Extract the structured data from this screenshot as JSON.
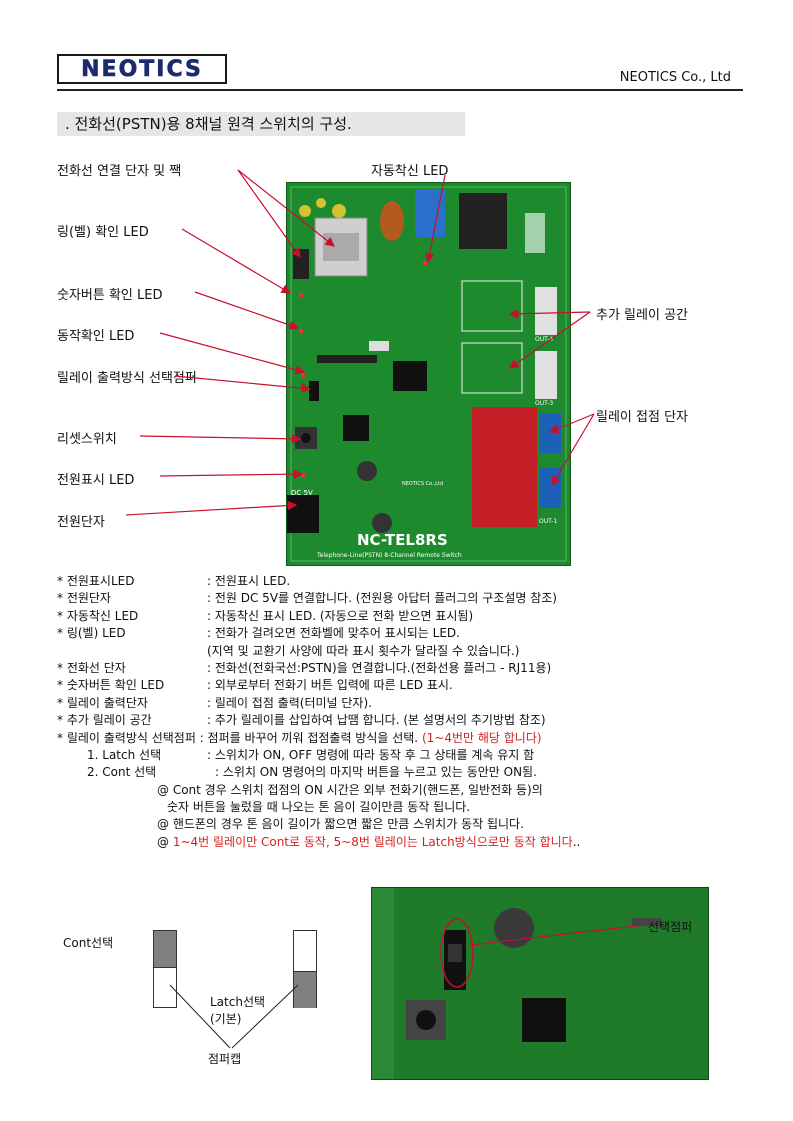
{
  "header": {
    "logo_text": "NEOTICS",
    "company": "NEOTICS Co., Ltd"
  },
  "section_title": ". 전화선(PSTN)용 8채널 원격 스위치의 구성.",
  "callouts": {
    "phone_terminal": "전화선 연결 단자 및 짹",
    "auto_answer_led": "자동착신 LED",
    "ring_led": "링(벨) 확인 LED",
    "digit_led": "숫자버튼 확인 LED",
    "run_led": "동작확인 LED",
    "jumper": "릴레이 출력방식 선택점퍼",
    "reset": "리셋스위치",
    "power_led": "전원표시 LED",
    "power_jack": "전원단자",
    "extra_relay": "추가 릴레이 공간",
    "relay_terminal": "릴레이 접점 단자"
  },
  "board": {
    "model": "NC-TEL8RS",
    "subtitle": "Telephone-Line(PSTN) 8-Channel Remote Switch",
    "dc_label": "DC 5V",
    "out_label_1": "OUT-4",
    "out_label_2": "OUT-3",
    "out_label_3": "OUT-1",
    "maker": "NEOTICS Co.,Ltd"
  },
  "notes": [
    {
      "key": "* 전원표시LED",
      "value": ": 전원표시   LED."
    },
    {
      "key": "* 전원단자",
      "value": ": 전원 DC 5V를 연결합니다. (전원용 아답터 플러그의 구조설명 참조)"
    },
    {
      "key": "* 자동착신 LED",
      "value": ": 자동착신 표시 LED. (자동으로 전화 받으면 표시됨)"
    },
    {
      "key": "* 링(벨) LED",
      "value": ": 전화가 걸려오면 전화벨에 맞추어 표시되는 LED."
    },
    {
      "key": "",
      "value": "  (지역 및 교환기 사양에 따라 표시 횟수가 달라질 수 있습니다.)"
    },
    {
      "key": "* 전화선 단자",
      "value": ": 전화선(전화국선:PSTN)을 연결합니다.(전화선용 플러그 - RJ11용)"
    },
    {
      "key": "* 숫자버튼 확인 LED",
      "value": ": 외부로부터 전화기 버튼 입력에 따른 LED 표시."
    },
    {
      "key": "* 릴레이 출력단자",
      "value": ": 릴레이 접점 출력(터미널 단자)."
    },
    {
      "key": "* 추가 릴레이 공간",
      "value": ": 추가 릴레이를 삽입하여 납땜 합니다. (본 설명서의 추기방법 참조)"
    }
  ],
  "jumper_note": {
    "lead": "* 릴레이 출력방식 선택점퍼  : 점퍼를 바꾸어 끼워 접점출력 방식을 선택.",
    "red": "(1~4번만 해당 합니다)",
    "latch_key": "1. Latch 선택",
    "latch_val": ": 스위치가 ON, OFF 명령에 따라 동작 후 그 상태를 계속 유지 함",
    "cont_key": "2. Cont 선택",
    "cont_val": ": 스위치 ON 명령어의 마지막 버튼을 누르고 있는 동안만 ON됨.",
    "at1": "@ Cont 경우 스위치 접점의 ON 시간은 외부 전화기(핸드폰, 일반전화 등)의",
    "at1b": "숫자 버튼을 눌렀을 때 나오는 톤 음이 길이만큼 동작 됩니다.",
    "at2": "@ 핸드폰의 경우 톤 음이 길이가 짧으면 짧은 만큼 스위치가 동작 됩니다.",
    "at3_prefix": "@ ",
    "at3_red": "1~4번 릴레이만 Cont로 동작, 5~8번 릴레이는 Latch방식으로만 동작 합니다",
    "at3_suffix": ".."
  },
  "bottom": {
    "cont_label": "Cont선택",
    "latch_label": "Latch선택",
    "latch_default": "(기본)",
    "cap_label": "점퍼캡",
    "jumper_label": "선택점퍼"
  }
}
